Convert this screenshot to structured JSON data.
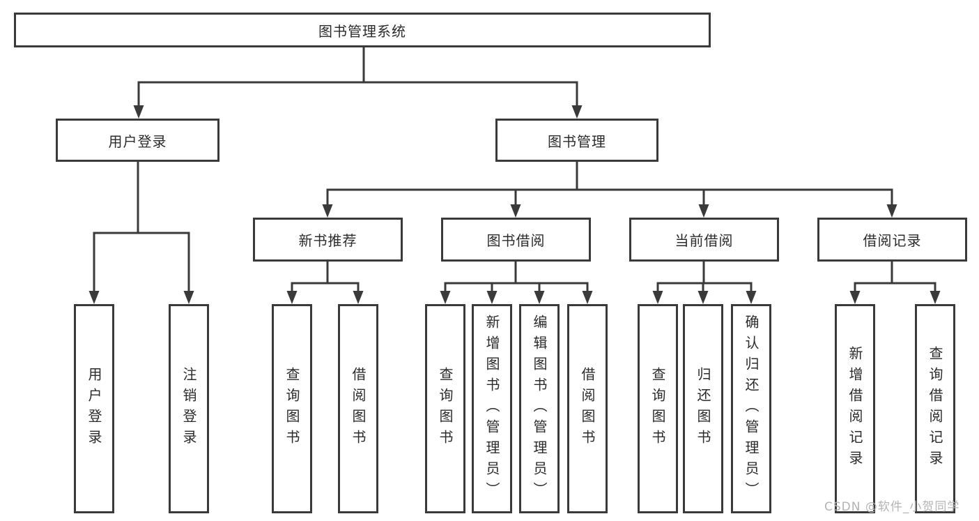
{
  "colors": {
    "line": "#3a3a3a",
    "text": "#2b2b2b",
    "watermark_color": "#b4b4b4",
    "background": "#ffffff"
  },
  "watermark": "CSDN @软件_小贺同学",
  "tree": {
    "root": {
      "label": "图书管理系统"
    },
    "branches": [
      {
        "label": "用户登录",
        "children": [
          {
            "label": "用户登录"
          },
          {
            "label": "注销登录"
          }
        ]
      },
      {
        "label": "图书管理",
        "children": [
          {
            "label": "新书推荐",
            "children": [
              {
                "label": "查询图书"
              },
              {
                "label": "借阅图书"
              }
            ]
          },
          {
            "label": "图书借阅",
            "children": [
              {
                "label": "查询图书"
              },
              {
                "label": "新增图书（管理员）"
              },
              {
                "label": "编辑图书（管理员）"
              },
              {
                "label": "借阅图书"
              }
            ]
          },
          {
            "label": "当前借阅",
            "children": [
              {
                "label": "查询图书"
              },
              {
                "label": "归还图书"
              },
              {
                "label": "确认归还（管理员）"
              }
            ]
          },
          {
            "label": "借阅记录",
            "children": [
              {
                "label": "新增借阅记录"
              },
              {
                "label": "查询借阅记录"
              }
            ]
          }
        ]
      }
    ]
  }
}
